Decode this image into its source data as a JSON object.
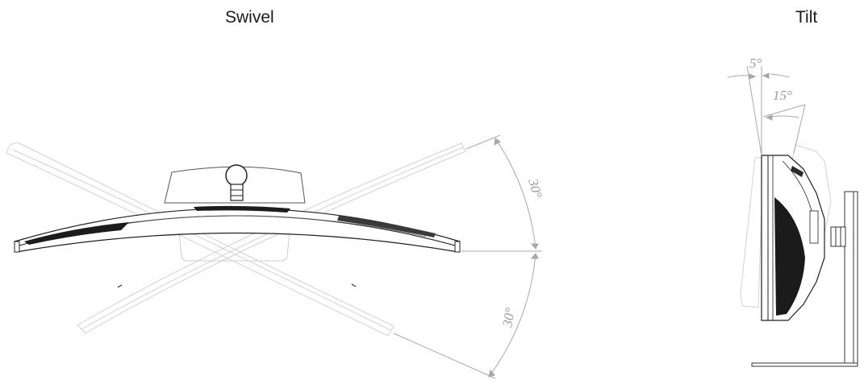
{
  "titles": {
    "swivel": "Swivel",
    "tilt": "Tilt"
  },
  "swivel": {
    "angle_right": "30°",
    "angle_left": "30°"
  },
  "tilt": {
    "angle_forward": "5°",
    "angle_back": "15°"
  },
  "colors": {
    "ghost_line": "#d2d2d2",
    "dimension_line": "#a8a8a8",
    "solid_line": "#222222",
    "title_text": "#1a1a1a"
  }
}
